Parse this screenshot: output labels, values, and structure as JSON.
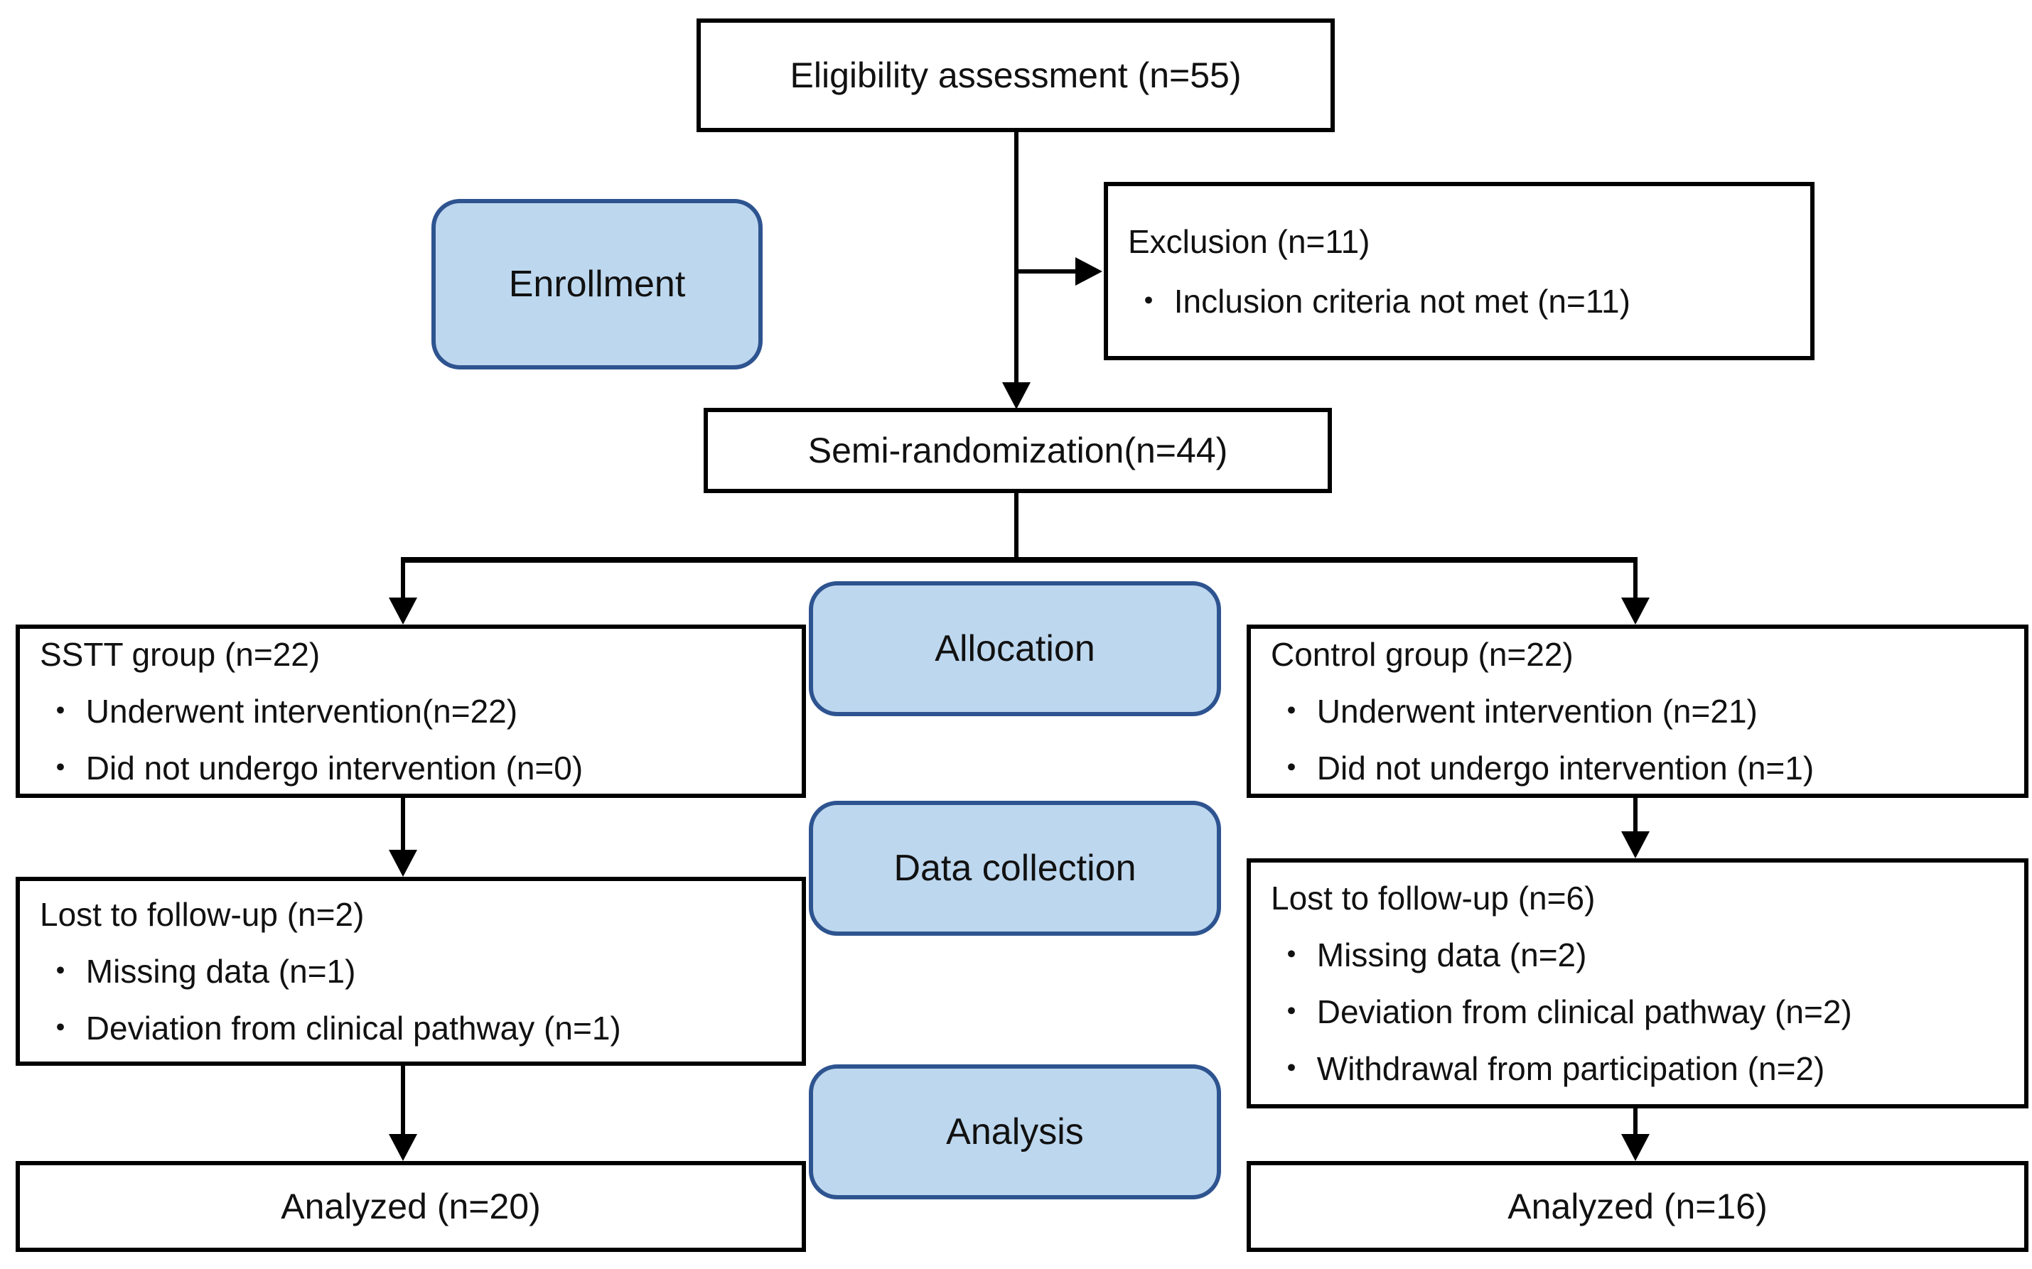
{
  "flowchart": {
    "eligibility": {
      "label": "Eligibility assessment (n=55)"
    },
    "enrollment_label": "Enrollment",
    "exclusion": {
      "title": "Exclusion (n=11)",
      "items": [
        "・ Inclusion criteria not met (n=11)"
      ]
    },
    "randomization": {
      "label": "Semi-randomization(n=44)"
    },
    "allocation_label": "Allocation",
    "sstt_group": {
      "title": "SSTT group (n=22)",
      "items": [
        "・ Underwent intervention(n=22)",
        "・ Did not undergo intervention (n=0)"
      ]
    },
    "control_group": {
      "title": "Control group (n=22)",
      "items": [
        "・ Underwent intervention (n=21)",
        "・ Did not undergo intervention (n=1)"
      ]
    },
    "data_collection_label": "Data collection",
    "lost_sstt": {
      "title": "Lost to follow-up (n=2)",
      "items": [
        "・ Missing data (n=1)",
        "・ Deviation from clinical pathway (n=1)"
      ]
    },
    "lost_control": {
      "title": "Lost to follow-up (n=6)",
      "items": [
        "・ Missing data (n=2)",
        "・ Deviation from clinical pathway (n=2)",
        "・ Withdrawal from participation (n=2)"
      ]
    },
    "analysis_label": "Analysis",
    "analyzed_sstt": {
      "label": "Analyzed (n=20)"
    },
    "analyzed_control": {
      "label": "Analyzed (n=16)"
    },
    "colors": {
      "stage_fill": "#bdd7ee",
      "stage_border": "#2e5490",
      "box_border": "#000000",
      "background": "#ffffff"
    }
  }
}
